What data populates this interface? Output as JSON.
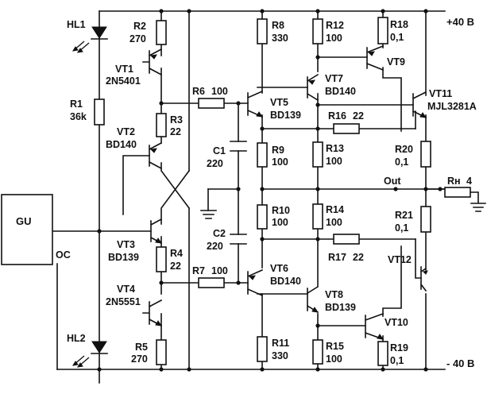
{
  "rails": {
    "positive": "+40 В",
    "negative": "- 40 В",
    "output": "Out"
  },
  "generator": {
    "name": "GU",
    "feedback": "OC"
  },
  "leds": [
    {
      "ref": "HL1"
    },
    {
      "ref": "HL2"
    }
  ],
  "resistors": [
    {
      "ref": "R1",
      "value": "36k"
    },
    {
      "ref": "R2",
      "value": "270"
    },
    {
      "ref": "R3",
      "value": "22"
    },
    {
      "ref": "R4",
      "value": "22"
    },
    {
      "ref": "R5",
      "value": "270"
    },
    {
      "ref": "R6",
      "value": "100"
    },
    {
      "ref": "R7",
      "value": "100"
    },
    {
      "ref": "R8",
      "value": "330"
    },
    {
      "ref": "R9",
      "value": "100"
    },
    {
      "ref": "R10",
      "value": "100"
    },
    {
      "ref": "R11",
      "value": "330"
    },
    {
      "ref": "R12",
      "value": "100"
    },
    {
      "ref": "R13",
      "value": "100"
    },
    {
      "ref": "R14",
      "value": "100"
    },
    {
      "ref": "R15",
      "value": "100"
    },
    {
      "ref": "R16",
      "value": "22"
    },
    {
      "ref": "R17",
      "value": "22"
    },
    {
      "ref": "R18",
      "value": "0,1"
    },
    {
      "ref": "R19",
      "value": "0,1"
    },
    {
      "ref": "R20",
      "value": "0,1"
    },
    {
      "ref": "R21",
      "value": "0,1"
    },
    {
      "ref": "Rн",
      "value": "4"
    }
  ],
  "capacitors": [
    {
      "ref": "C1",
      "value": "220"
    },
    {
      "ref": "C2",
      "value": "220"
    }
  ],
  "transistors": [
    {
      "ref": "VT1",
      "type": "2N5401"
    },
    {
      "ref": "VT2",
      "type": "BD140"
    },
    {
      "ref": "VT3",
      "type": "BD139"
    },
    {
      "ref": "VT4",
      "type": "2N5551"
    },
    {
      "ref": "VT5",
      "type": "BD139"
    },
    {
      "ref": "VT6",
      "type": "BD140"
    },
    {
      "ref": "VT7",
      "type": "BD140"
    },
    {
      "ref": "VT8",
      "type": "BD139"
    },
    {
      "ref": "VT9",
      "type": ""
    },
    {
      "ref": "VT10",
      "type": ""
    },
    {
      "ref": "VT11",
      "type": "MJL3281A"
    },
    {
      "ref": "VT12",
      "type": ""
    }
  ]
}
